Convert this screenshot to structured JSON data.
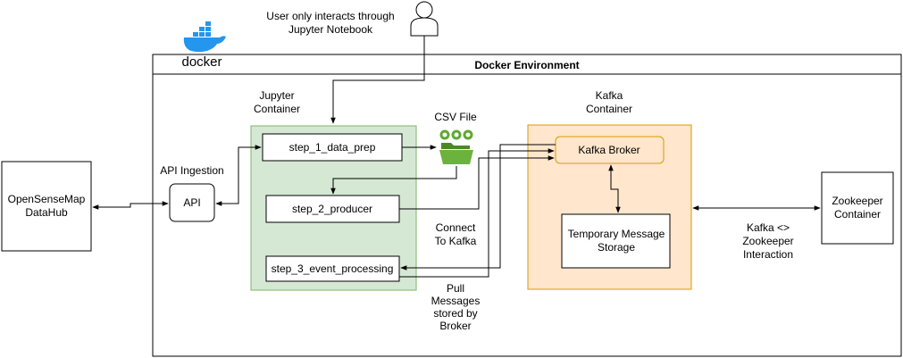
{
  "user": {
    "note_line1": "User only interacts through",
    "note_line2": "Jupyter Notebook"
  },
  "docker": {
    "logo_text": "docker",
    "logo_icon": "docker-whale-icon",
    "environment_title": "Docker Environment"
  },
  "opensensemap": {
    "line1": "OpenSenseMap",
    "line2": "DataHub"
  },
  "api": {
    "caption": "API Ingestion",
    "label": "API"
  },
  "jupyter": {
    "title_line1": "Jupyter",
    "title_line2": "Container",
    "steps": [
      "step_1_data_prep",
      "step_2_producer",
      "step_3_event_processing"
    ]
  },
  "csv": {
    "caption": "CSV File",
    "icon": "csv-folder-icon"
  },
  "kafka": {
    "title_line1": "Kafka",
    "title_line2": "Container",
    "broker": "Kafka Broker",
    "storage_line1": "Temporary Message",
    "storage_line2": "Storage"
  },
  "zookeeper": {
    "line1": "Zookeeper",
    "line2": "Container"
  },
  "labels": {
    "connect_line1": "Connect",
    "connect_line2": "To Kafka",
    "pull_line1": "Pull",
    "pull_line2": "Messages",
    "pull_line3": "stored by",
    "pull_line4": "Broker",
    "kz_line1": "Kafka <>",
    "kz_line2": "Zookeeper",
    "kz_line3": "Interaction"
  },
  "colors": {
    "jupyter_fill": "#d5e8d4",
    "jupyter_stroke": "#82b366",
    "kafka_fill": "#ffe6cc",
    "kafka_stroke": "#d79b00",
    "docker_blue": "#2496ed",
    "csv_green": "#5fa832"
  }
}
